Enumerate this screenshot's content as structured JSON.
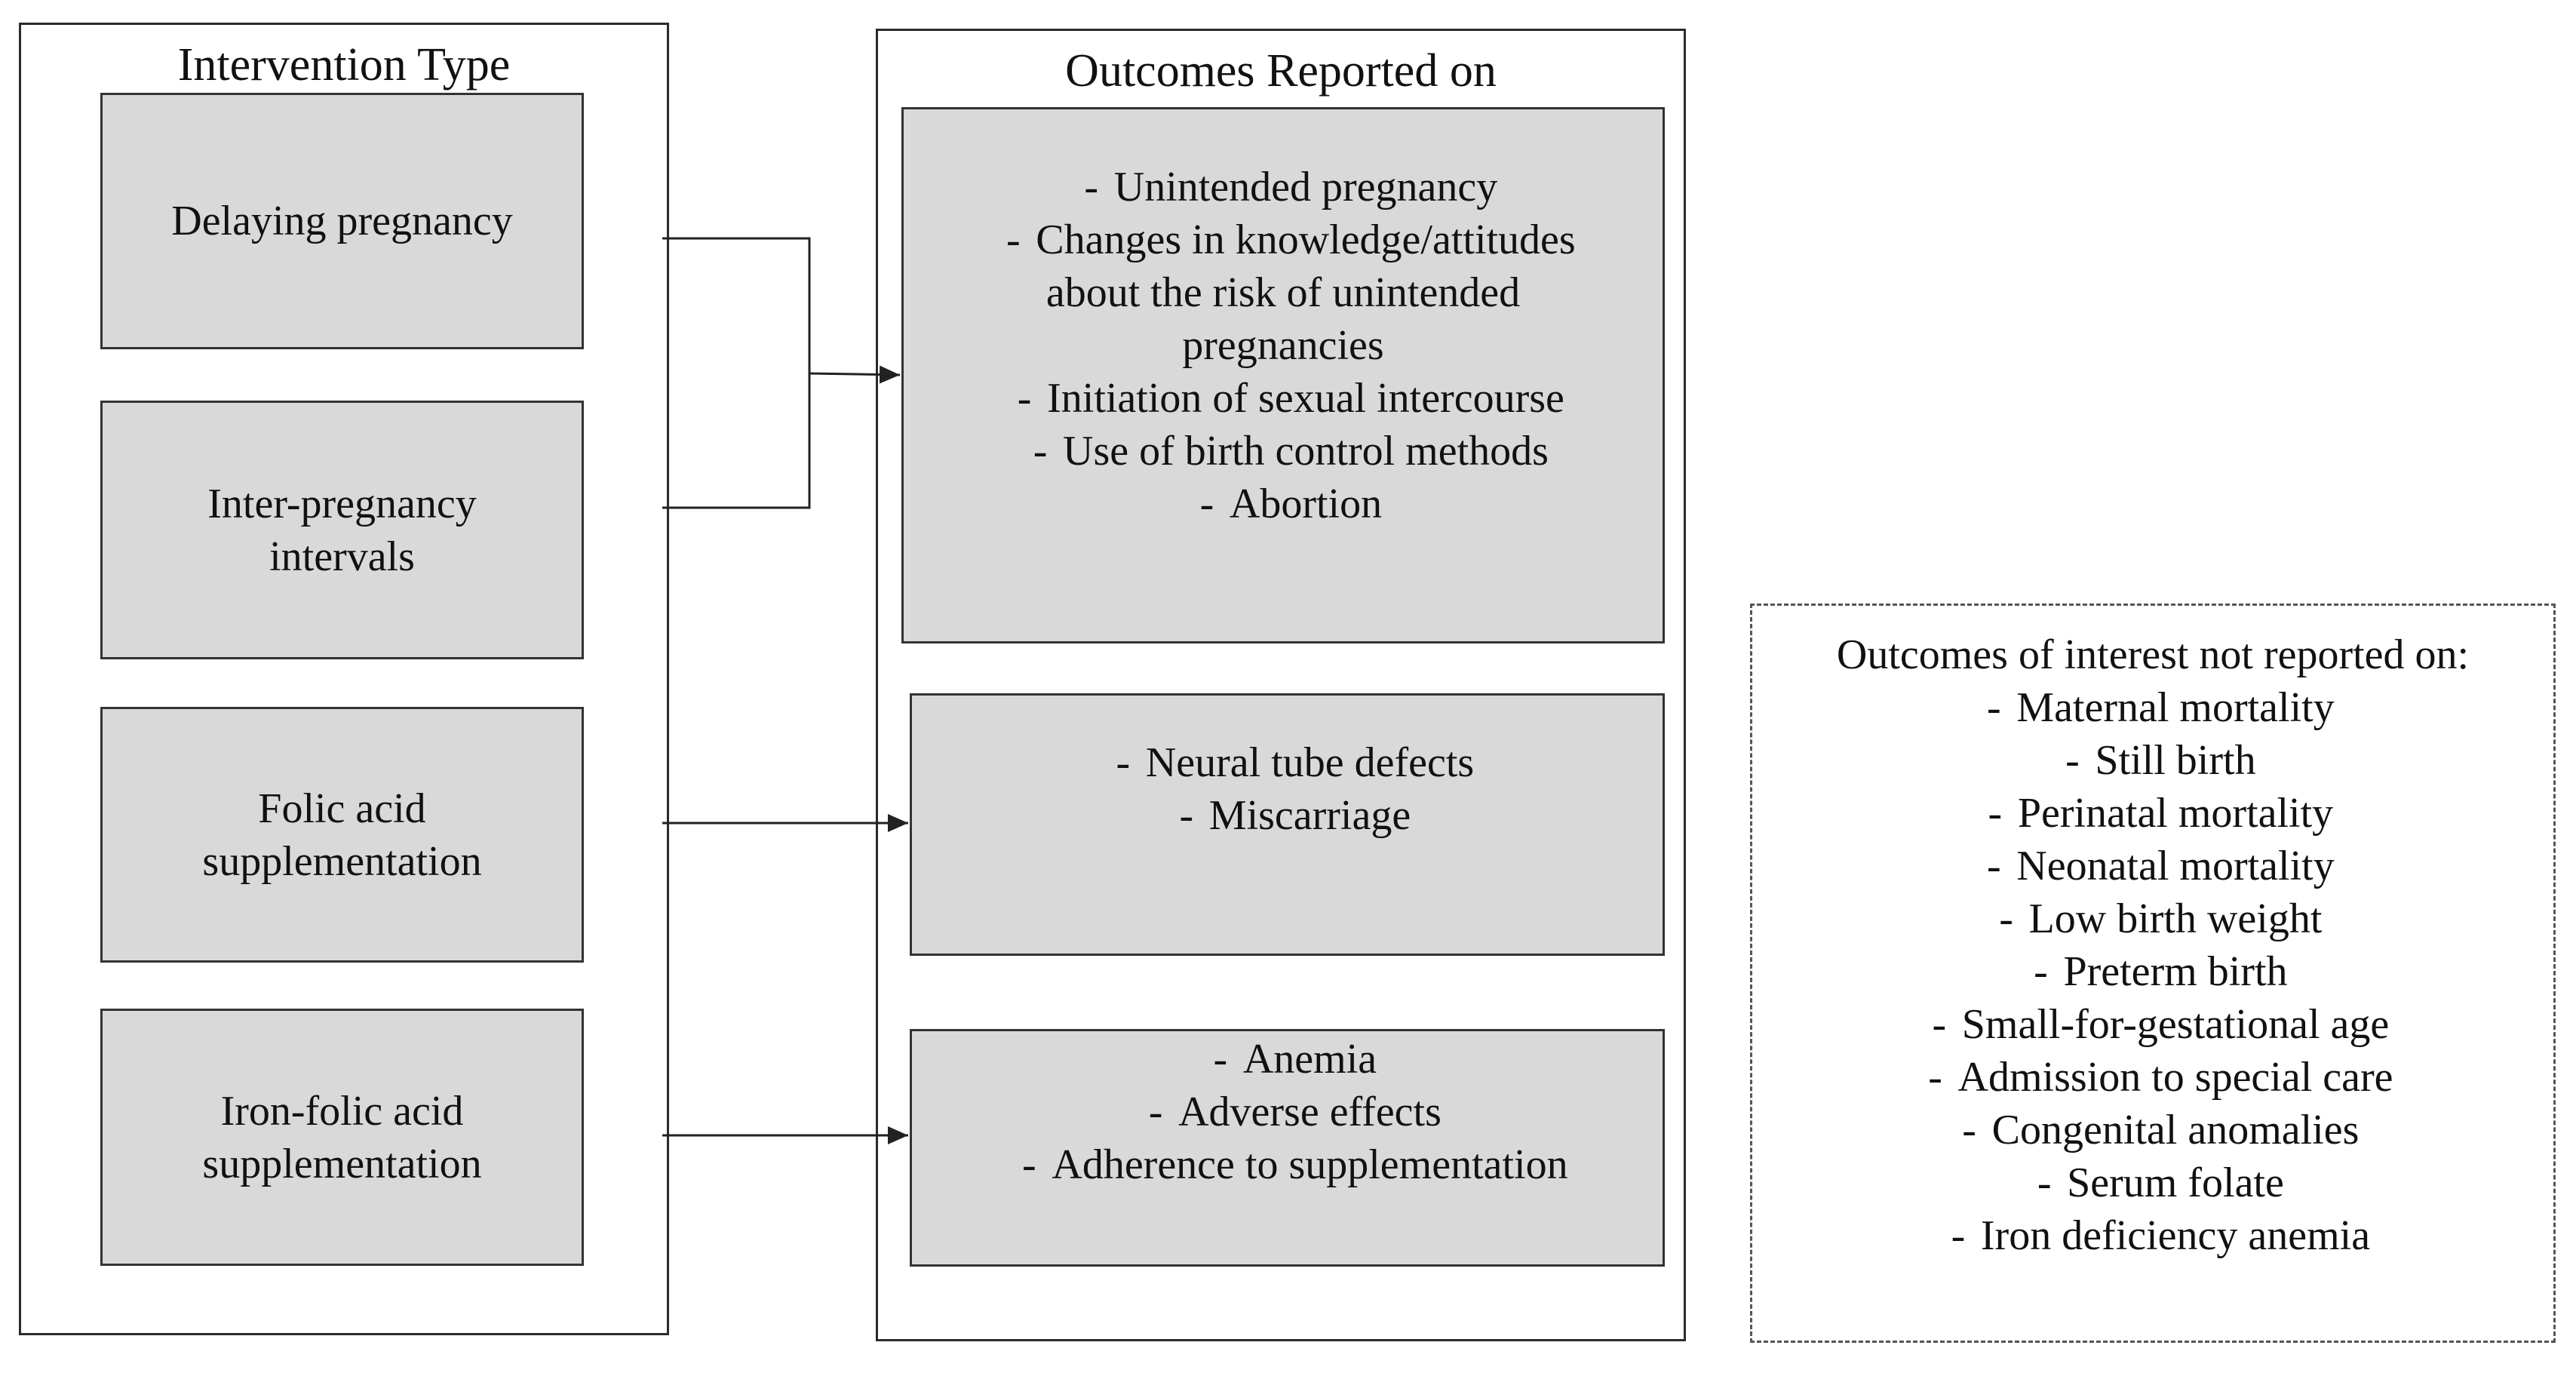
{
  "interventions": {
    "title": "Intervention Type",
    "items": [
      {
        "label": "Delaying pregnancy"
      },
      {
        "label": "Inter-pregnancy intervals"
      },
      {
        "label": "Folic acid supplementation"
      },
      {
        "label": "Iron-folic acid supplementation"
      }
    ]
  },
  "outcomes": {
    "title": "Outcomes Reported on",
    "groups": [
      {
        "items": [
          "Unintended pregnancy",
          "Changes in knowledge/attitudes about the risk of unintended pregnancies",
          "Initiation of sexual intercourse",
          "Use of birth control methods",
          "Abortion"
        ]
      },
      {
        "items": [
          "Neural tube defects",
          "Miscarriage"
        ]
      },
      {
        "items": [
          "Anemia",
          "Adverse effects",
          "Adherence to supplementation"
        ]
      }
    ]
  },
  "not_reported": {
    "title": "Outcomes of interest not reported on:",
    "items": [
      "Maternal mortality",
      "Still birth",
      "Perinatal mortality",
      "Neonatal mortality",
      "Low birth weight",
      "Preterm birth",
      "Small-for-gestational age",
      "Admission to special care",
      "Congenital anomalies",
      "Serum folate",
      "Iron deficiency anemia"
    ]
  },
  "dash_glyph": "-",
  "colors": {
    "box_fill": "#d9d9d9",
    "border": "#2b2b2b",
    "text": "#111111"
  }
}
